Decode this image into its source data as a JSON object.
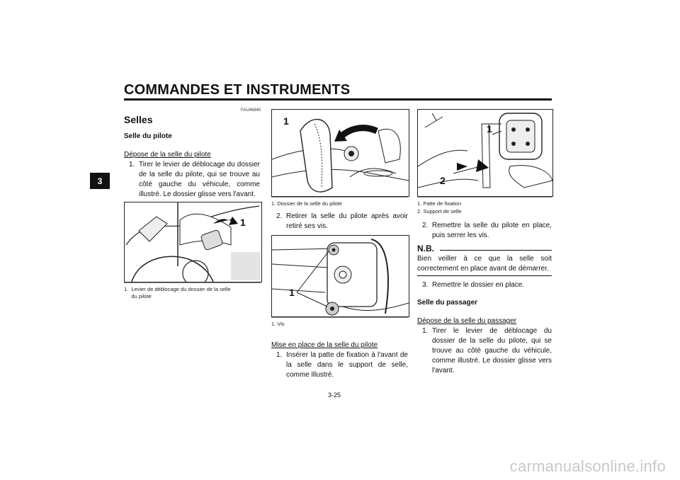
{
  "header": {
    "title": "COMMANDES ET INSTRUMENTS"
  },
  "chapter_tab": "3",
  "ref_code": "FAU46840",
  "section_title": "Selles",
  "left": {
    "subtitle": "Selle du pilote",
    "heading": "Dépose de la selle du pilote",
    "step1_num": "1.",
    "step1_text": "Tirer le levier de déblocage du dossier de la selle du pilote, qui se trouve au côté gauche du véhicule, comme illustré. Le dossier glisse vers l'avant.",
    "fig_label": "1",
    "caption": "1.  Levier de déblocage du dossier de la selle\n     du pilote"
  },
  "middle": {
    "fig1_label": "1",
    "caption1": "1.  Dossier de la selle du pilote",
    "step2_num": "2.",
    "step2_text": "Retirer la selle du pilote après avoir retiré ses vis.",
    "fig2_label": "1",
    "caption2": "1.  Vis",
    "heading": "Mise en place de la selle du pilote",
    "step1_num": "1.",
    "step1_text": "Insérer la patte de fixation à l'avant de la selle dans le support de selle, comme illustré."
  },
  "right": {
    "fig_label1": "1",
    "fig_label2": "2",
    "caption_1": "1.  Patte de fixation",
    "caption_2": "2.  Support de selle",
    "step2_num": "2.",
    "step2_text": "Remettre la selle du pilote en place, puis serrer les vis.",
    "nb_title": "N.B.",
    "nb_text": "Bien veiller à ce que la selle soit correctement en place avant de démarrer.",
    "step3_num": "3.",
    "step3_text": "Remettre le dossier en place.",
    "subtitle": "Selle du passager",
    "heading": "Dépose de la selle du passager",
    "step1_num": "1.",
    "step1_text": "Tirer le levier de déblocage du dossier de la selle du pilote, qui se trouve au côté gauche du véhicule, comme illustré. Le dossier glisse vers l'avant."
  },
  "page_number": "3-25",
  "watermark": "carmanualsonline.info"
}
